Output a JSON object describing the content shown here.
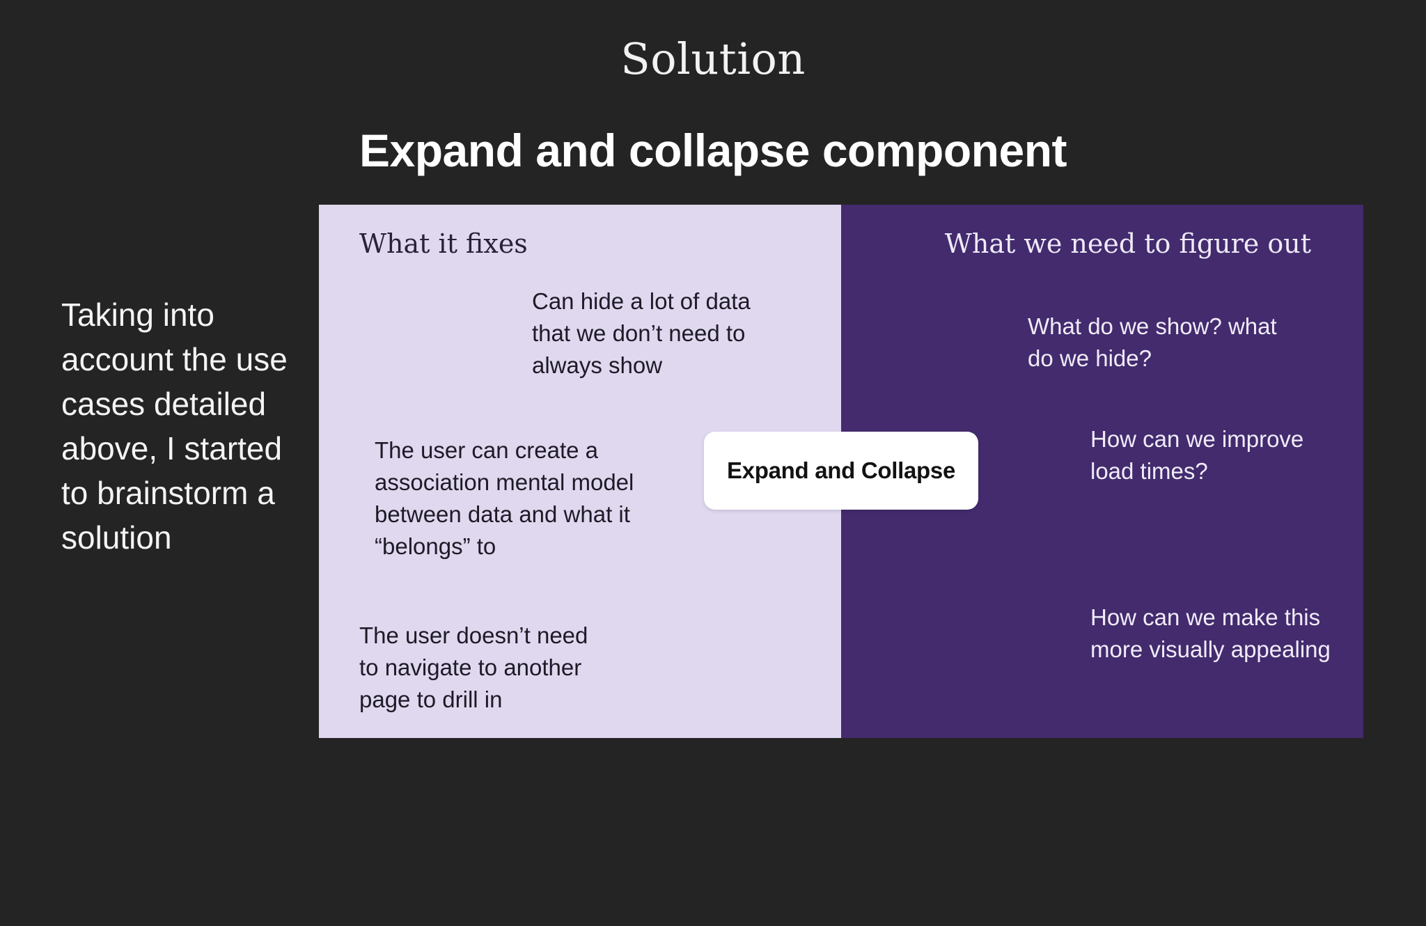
{
  "header": {
    "section_title": "Solution",
    "component_title": "Expand and collapse component"
  },
  "intro": {
    "text": "Taking into account the use cases detailed above, I started to brainstorm a solution"
  },
  "board": {
    "left_heading": "What it fixes",
    "right_heading": "What we need to figure out",
    "center_label": "Expand and Collapse",
    "fixes": [
      "Can hide a lot of data that we don’t need to always show",
      "The user can create a association mental model between data and what it “belongs” to",
      "The user doesn’t need to navigate to another page to drill in"
    ],
    "questions": [
      "What do we show? what do we hide?",
      "How can we improve load times?",
      "How can we make this more visually appealing"
    ]
  },
  "colors": {
    "background": "#242424",
    "left_panel": "#dfd8ef",
    "right_panel": "#432b6e",
    "pill": "#ffffff"
  }
}
